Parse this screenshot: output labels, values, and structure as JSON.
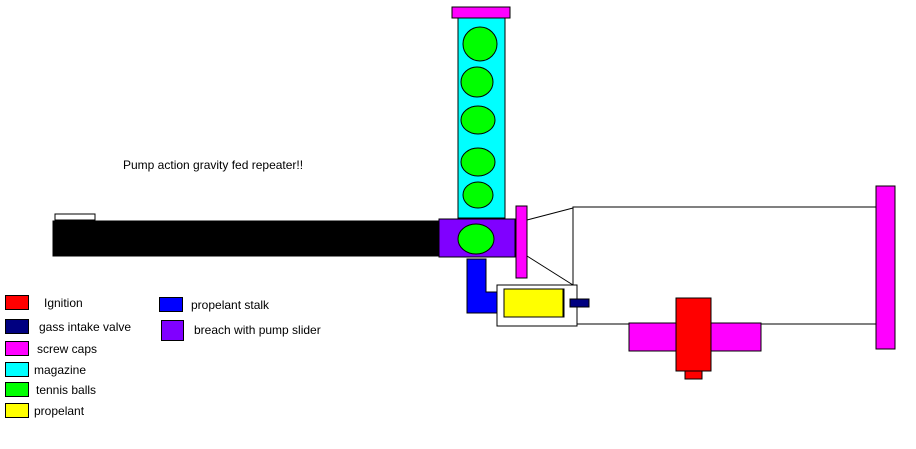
{
  "title": "Pump action gravity fed repeater!!",
  "colors": {
    "ignition": "#ff0000",
    "gas_intake_valve": "#000080",
    "screw_caps": "#ff00ff",
    "magazine": "#00ffff",
    "tennis_balls": "#00ff00",
    "propelant": "#ffff00",
    "propelant_stalk": "#0000ff",
    "breach": "#8000ff",
    "outline": "#000000",
    "background": "#ffffff"
  },
  "legend": [
    {
      "key": "ignition",
      "label": "Ignition",
      "color": "#ff0000"
    },
    {
      "key": "gas_intake_valve",
      "label": "gass intake valve",
      "color": "#000080"
    },
    {
      "key": "screw_caps",
      "label": "screw caps",
      "color": "#ff00ff"
    },
    {
      "key": "magazine",
      "label": "magazine",
      "color": "#00ffff"
    },
    {
      "key": "tennis_balls",
      "label": "tennis balls",
      "color": "#00ff00"
    },
    {
      "key": "propelant",
      "label": "propelant",
      "color": "#ffff00"
    },
    {
      "key": "propelant_stalk",
      "label": "propelant stalk",
      "color": "#0000ff"
    },
    {
      "key": "breach",
      "label": "breach with pump slider",
      "color": "#8000ff"
    }
  ]
}
